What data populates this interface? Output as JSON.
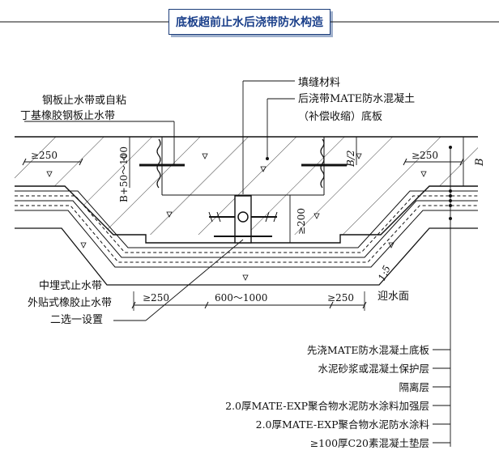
{
  "title": "底板超前止水后浇带防水构造",
  "callouts": {
    "fill_material": "填缝材料",
    "post_cast": "后浇带MATE防水混凝土",
    "post_cast_2": "（补偿收缩）底板",
    "steel_stop_1": "钢板止水带或自粘",
    "steel_stop_2": "丁基橡胶钢板止水带",
    "embedded_1": "中埋式止水带",
    "embedded_2": "外贴式橡胶止水带",
    "embedded_3": "二选一设置",
    "water_face": "迎水面"
  },
  "dimensions": {
    "left_250": "≥250",
    "right_250": "≥250",
    "bottom_left_250": "≥250",
    "bottom_right_250": "≥250",
    "width_600_1000": "600～1000",
    "depth_b50_100": "B+50～100",
    "half_b": "B/2",
    "thickness_b": "B",
    "ge_200": "≥200",
    "ratio": "1:5"
  },
  "layers": [
    "先浇MATE防水混凝土底板",
    "水泥砂浆或混凝土保护层",
    "隔离层",
    "2.0厚MATE-EXP聚合物水泥防水涂料加强层",
    "2.0厚MATE-EXP聚合物水泥防水涂料",
    "≥100厚C20素混凝土垫层"
  ],
  "colors": {
    "title_text": "#1a3f8a",
    "title_border": "#1c3d7a",
    "line": "#111111"
  }
}
